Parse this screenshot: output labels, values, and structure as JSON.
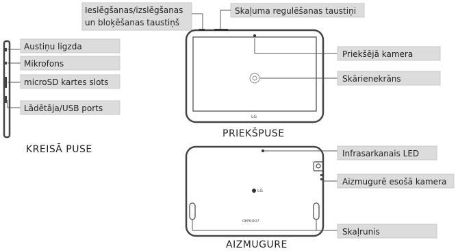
{
  "labels": {
    "power_lock": [
      "Ieslēgšanas/izslēgšanas",
      "un bloķēšanas taustiņš"
    ],
    "volume": "Skaļuma regulēšanas taustiņi",
    "earphone": "Austiņu ligzda",
    "mic": "Mikrofons",
    "microsd": "microSD kartes slots",
    "charger": "Lādētāja/USB ports",
    "front_camera": "Priekšējā kamera",
    "touchscreen": "Skārienekrāns",
    "infrared": "Infrasarkanais LED",
    "rear_camera": "Aizmugurē esošā kamera",
    "speaker": "Skaļrunis"
  },
  "captions": {
    "left_side": "KREISĀ PUSE",
    "front": "PRIEKŠPUSE",
    "back": "AIZMUGURE"
  },
  "logos": {
    "front_logo": "LG",
    "back_logo": "LG",
    "back_text": "OEFROO7"
  }
}
